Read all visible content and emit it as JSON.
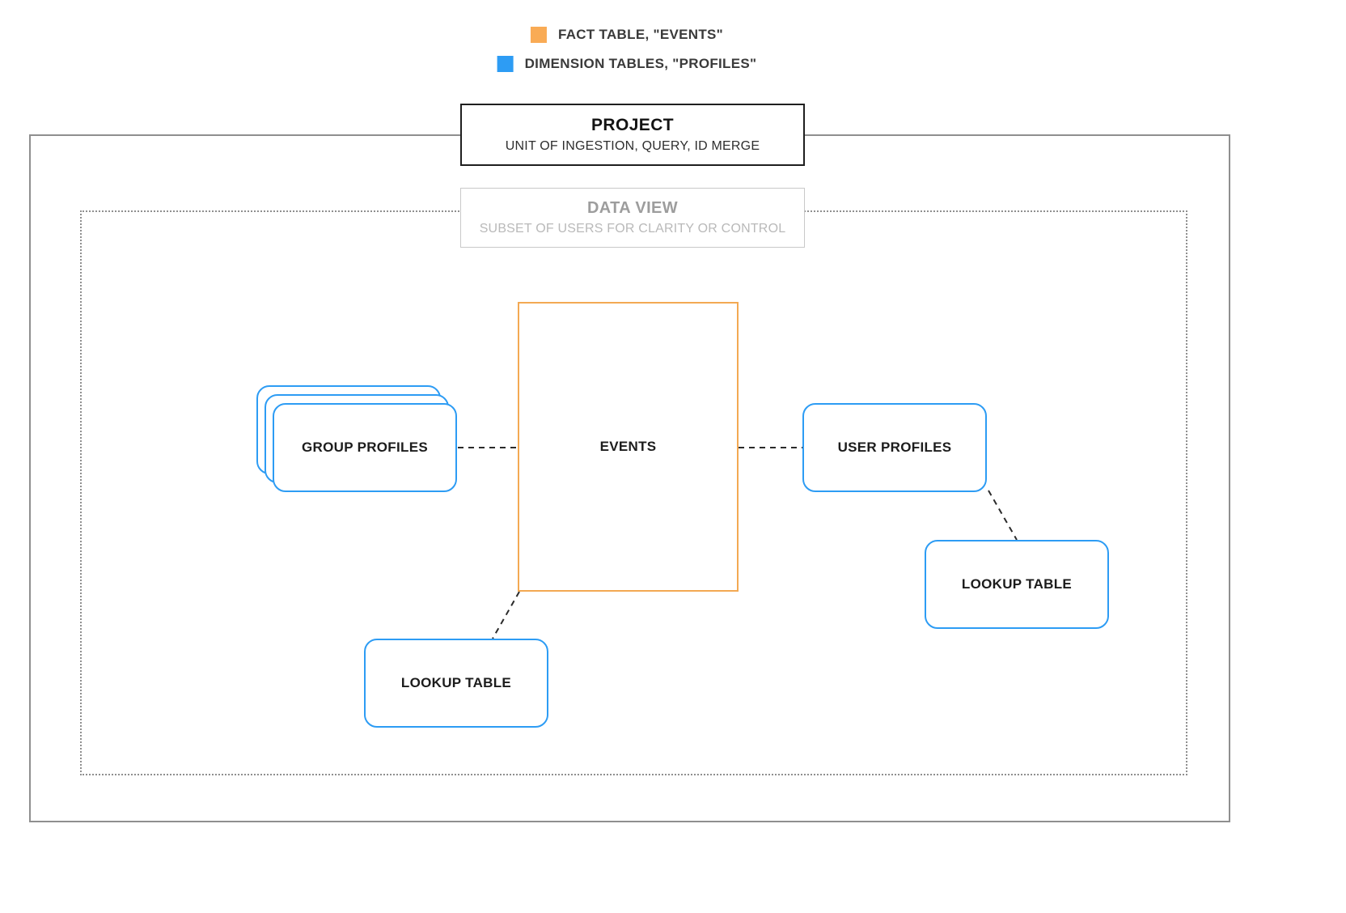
{
  "legend": {
    "items": [
      {
        "label": "FACT TABLE, \"EVENTS\"",
        "color": "#f9ab55"
      },
      {
        "label": "DIMENSION TABLES, \"PROFILES\"",
        "color": "#2d9cf4"
      }
    ]
  },
  "project": {
    "title": "PROJECT",
    "subtitle": "UNIT OF INGESTION, QUERY, ID MERGE"
  },
  "data_view": {
    "title": "DATA VIEW",
    "subtitle": "SUBSET OF USERS FOR CLARITY OR CONTROL"
  },
  "nodes": {
    "events": {
      "label": "EVENTS"
    },
    "group_profiles": {
      "label": "GROUP PROFILES"
    },
    "user_profiles": {
      "label": "USER PROFILES"
    },
    "lookup_table_right": {
      "label": "LOOKUP TABLE"
    },
    "lookup_table_bottom": {
      "label": "LOOKUP TABLE"
    }
  },
  "colors": {
    "fact_table_orange": "#f9ab55",
    "dimension_table_blue": "#2d9cf4",
    "muted_gray_text": "#9d9d9d",
    "container_border_gray": "#8f8f8f"
  }
}
